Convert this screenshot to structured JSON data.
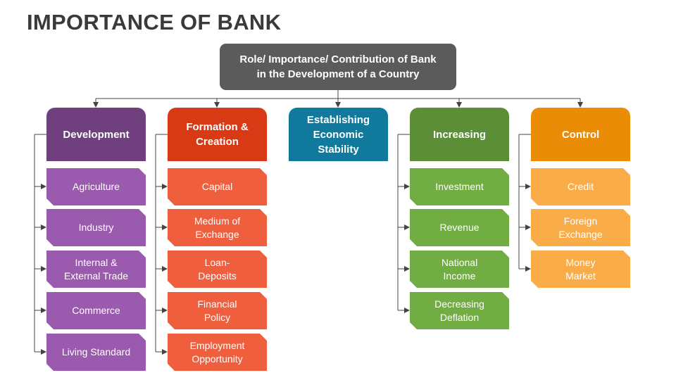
{
  "title": "IMPORTANCE OF BANK",
  "root": "Role/ Importance/ Contribution of Bank\nin the Development of a Country",
  "colors": {
    "purple_header": "#70407e",
    "purple_item": "#9a5aad",
    "red_header": "#d93a16",
    "red_item": "#ef5f3e",
    "blue_header": "#117a9c",
    "green_header": "#5b8e36",
    "green_item": "#72ad44",
    "orange_header": "#ea8c05",
    "orange_item": "#f9ac47"
  },
  "columns": [
    {
      "header": "Development",
      "items": [
        "Agriculture",
        "Industry",
        "Internal &\nExternal Trade",
        "Commerce",
        "Living Standard"
      ]
    },
    {
      "header": "Formation &\nCreation",
      "items": [
        "Capital",
        "Medium of\nExchange",
        "Loan-\nDeposits",
        "Financial\nPolicy",
        "Employment\nOpportunity"
      ]
    },
    {
      "header": "Establishing\nEconomic\nStability",
      "items": []
    },
    {
      "header": "Increasing",
      "items": [
        "Investment",
        "Revenue",
        "National\nIncome",
        "Decreasing\nDeflation"
      ]
    },
    {
      "header": "Control",
      "items": [
        "Credit",
        "Foreign\nExchange",
        "Money\nMarket"
      ]
    }
  ]
}
